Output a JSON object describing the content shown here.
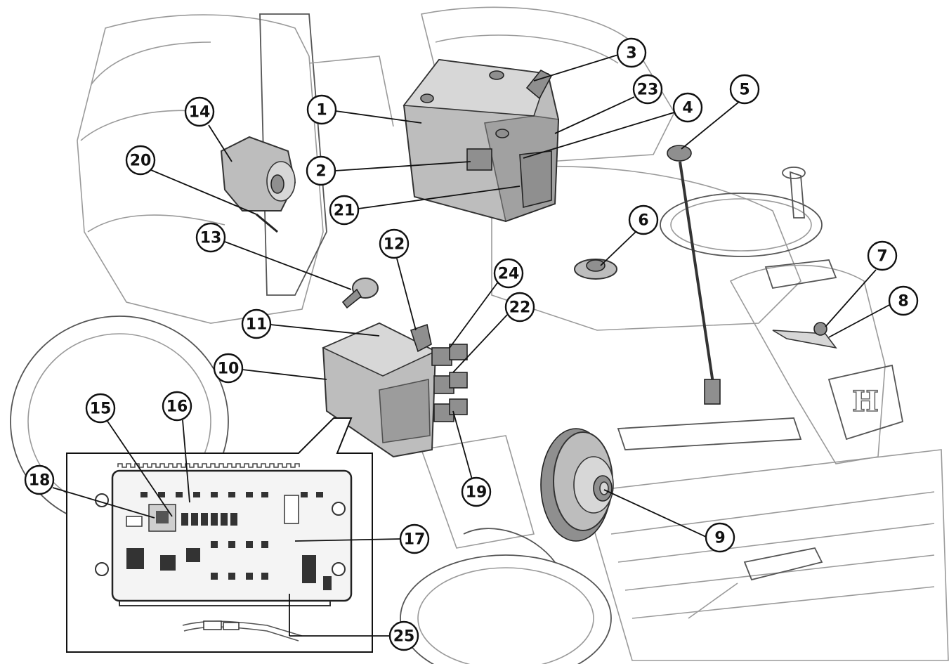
{
  "figure": {
    "callouts": [
      {
        "id": "c1",
        "label": "1"
      },
      {
        "id": "c2",
        "label": "2"
      },
      {
        "id": "c3",
        "label": "3"
      },
      {
        "id": "c4",
        "label": "4"
      },
      {
        "id": "c5",
        "label": "5"
      },
      {
        "id": "c6",
        "label": "6"
      },
      {
        "id": "c7",
        "label": "7"
      },
      {
        "id": "c8",
        "label": "8"
      },
      {
        "id": "c9",
        "label": "9"
      },
      {
        "id": "c10",
        "label": "10"
      },
      {
        "id": "c11",
        "label": "11"
      },
      {
        "id": "c12",
        "label": "12"
      },
      {
        "id": "c13",
        "label": "13"
      },
      {
        "id": "c14",
        "label": "14"
      },
      {
        "id": "c15",
        "label": "15"
      },
      {
        "id": "c16",
        "label": "16"
      },
      {
        "id": "c17",
        "label": "17"
      },
      {
        "id": "c18",
        "label": "18"
      },
      {
        "id": "c19",
        "label": "19"
      },
      {
        "id": "c20",
        "label": "20"
      },
      {
        "id": "c21",
        "label": "21"
      },
      {
        "id": "c22",
        "label": "22"
      },
      {
        "id": "c23",
        "label": "23"
      },
      {
        "id": "c24",
        "label": "24"
      },
      {
        "id": "c25",
        "label": "25"
      }
    ],
    "brand_logo": "H"
  }
}
